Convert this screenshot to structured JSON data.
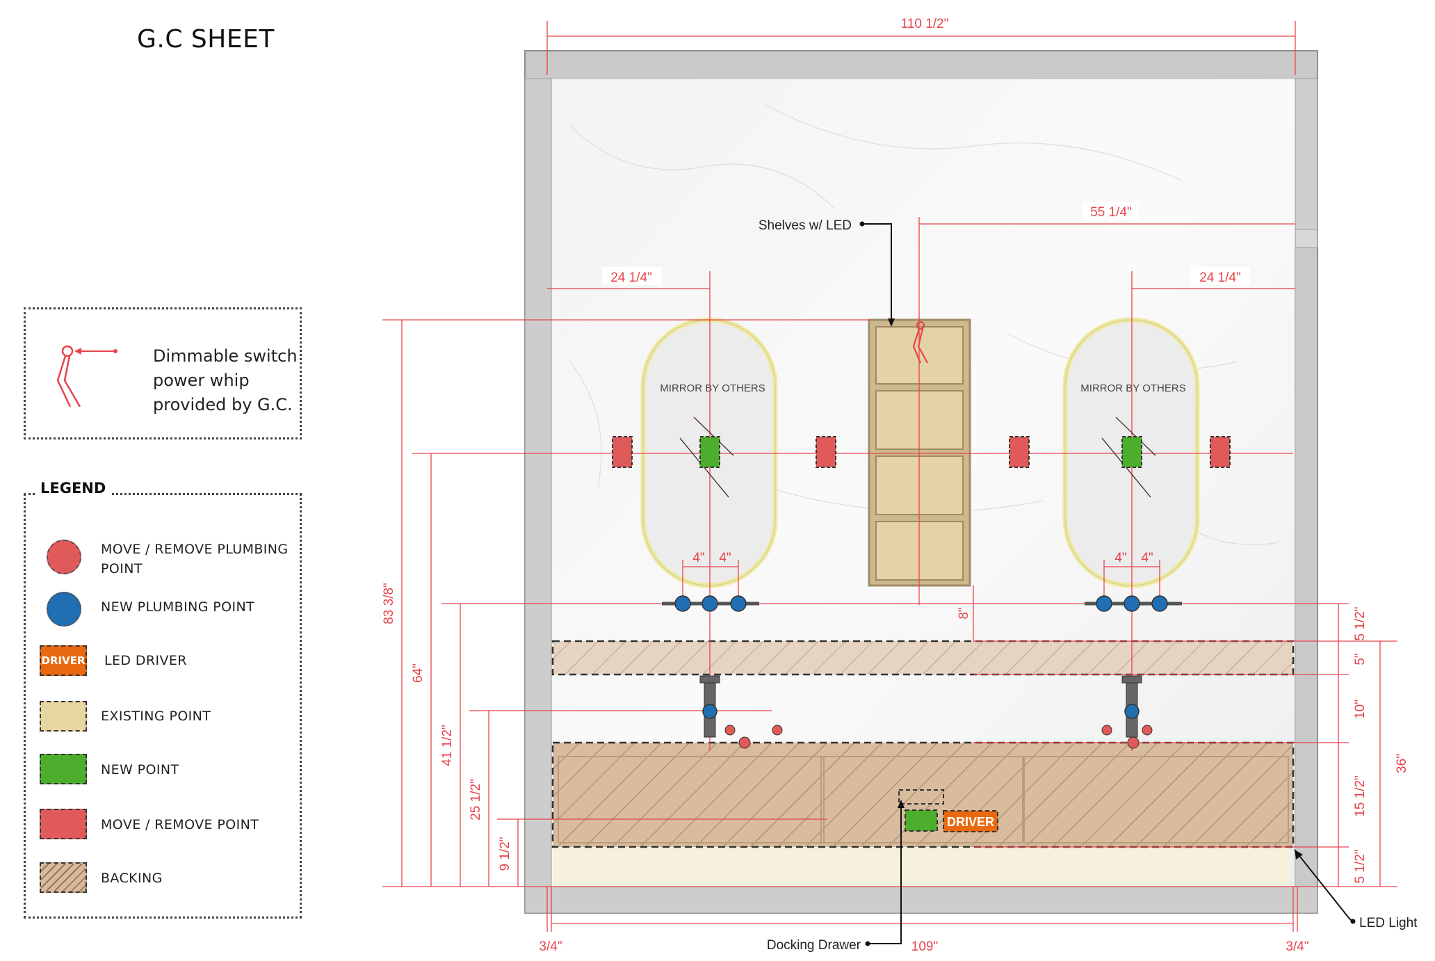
{
  "title": "G.C SHEET",
  "switch_note": "Dimmable switch power whip provided by G.C.",
  "legend": {
    "title": "LEGEND",
    "items": [
      {
        "key": "move_remove_plumbing",
        "label": "MOVE / REMOVE PLUMBING POINT"
      },
      {
        "key": "new_plumbing",
        "label": "NEW PLUMBING POINT"
      },
      {
        "key": "led_driver",
        "label": "LED DRIVER",
        "swatch_text": "DRIVER"
      },
      {
        "key": "existing_point",
        "label": "EXISTING POINT"
      },
      {
        "key": "new_point",
        "label": "NEW  POINT"
      },
      {
        "key": "move_remove_point",
        "label": "MOVE / REMOVE POINT"
      },
      {
        "key": "backing",
        "label": "BACKING"
      }
    ]
  },
  "colors": {
    "dimension": "#e8434b",
    "move_remove": "#e05a5a",
    "new_plumbing": "#1f6fb2",
    "driver": "#e8690f",
    "existing": "#e6d6a1",
    "new_point": "#4cae2c",
    "backing": "#d9b99b",
    "wall": "#cfcfcf",
    "shelf": "#d7c59a"
  },
  "annotations": {
    "mirror_left": "MIRROR BY OTHERS",
    "mirror_right": "MIRROR BY OTHERS",
    "shelves": "Shelves w/ LED",
    "docking": "Docking Drawer",
    "led_light": "LED Light",
    "driver_label": "DRIVER"
  },
  "dimensions": {
    "overall_width": "110 1/2\"",
    "right_run": "55 1/4\"",
    "left_center": "24 1/4\"",
    "right_center": "24 1/4\"",
    "faucet_a": "4\"",
    "faucet_b": "4\"",
    "faucet_c": "4\"",
    "faucet_d": "4\"",
    "shelf_gap": "8\"",
    "overall_height": "83 3/8\"",
    "outlet_height": "64\"",
    "spout_height": "41 1/2\"",
    "drain_height": "25 1/2\"",
    "outlet_low": "9 1/2\"",
    "stack_a": "5 1/2\"",
    "stack_b": "5\"",
    "stack_c": "10\"",
    "stack_d": "15 1/2\"",
    "stack_e": "5 1/2\"",
    "vanity_height": "36\"",
    "left_reveal": "3/4\"",
    "vanity_width": "109\"",
    "right_reveal": "3/4\""
  }
}
